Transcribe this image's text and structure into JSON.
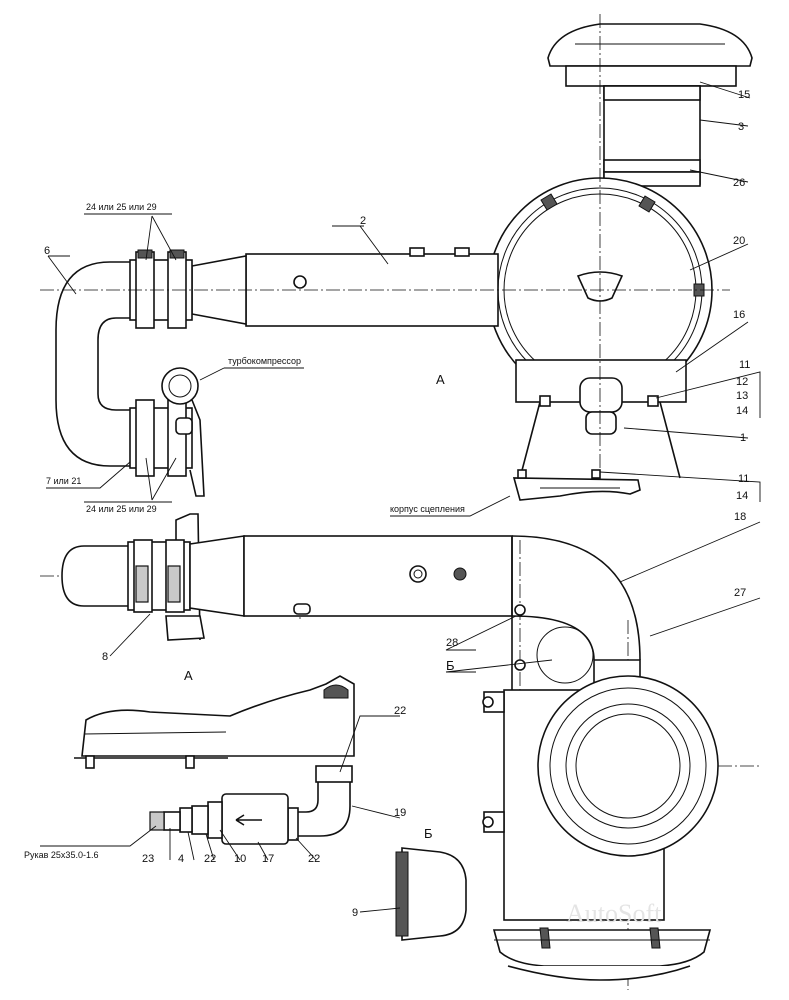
{
  "labels": {
    "n15": "15",
    "n3": "3",
    "n26a": "26",
    "n20": "20",
    "n16": "16",
    "n11a": "11",
    "n12": "12",
    "n13": "13",
    "n14a": "14",
    "n1": "1",
    "n11b": "11",
    "n14b": "14",
    "n2": "2",
    "n6": "6",
    "clamp_top": "24 или 25 или 29",
    "clamp_bottom": "24 или 25 или 29",
    "n7_21": "7 или 21",
    "turbo": "турбокомпрессор",
    "clutch": "корпус сцепления",
    "view_a_mark": "А",
    "n18": "18",
    "n27": "27",
    "n28": "28",
    "view_b_mark": "Б",
    "n8": "8",
    "view_a_title": "А",
    "n22a": "22",
    "n19": "19",
    "hose": "Рукав 25х35.0-1.6",
    "n23": "23",
    "n4": "4",
    "n22b": "22",
    "n10": "10",
    "n17": "17",
    "n22c": "22",
    "view_b_title": "Б",
    "n9": "9"
  },
  "watermark": "AutoSoft"
}
